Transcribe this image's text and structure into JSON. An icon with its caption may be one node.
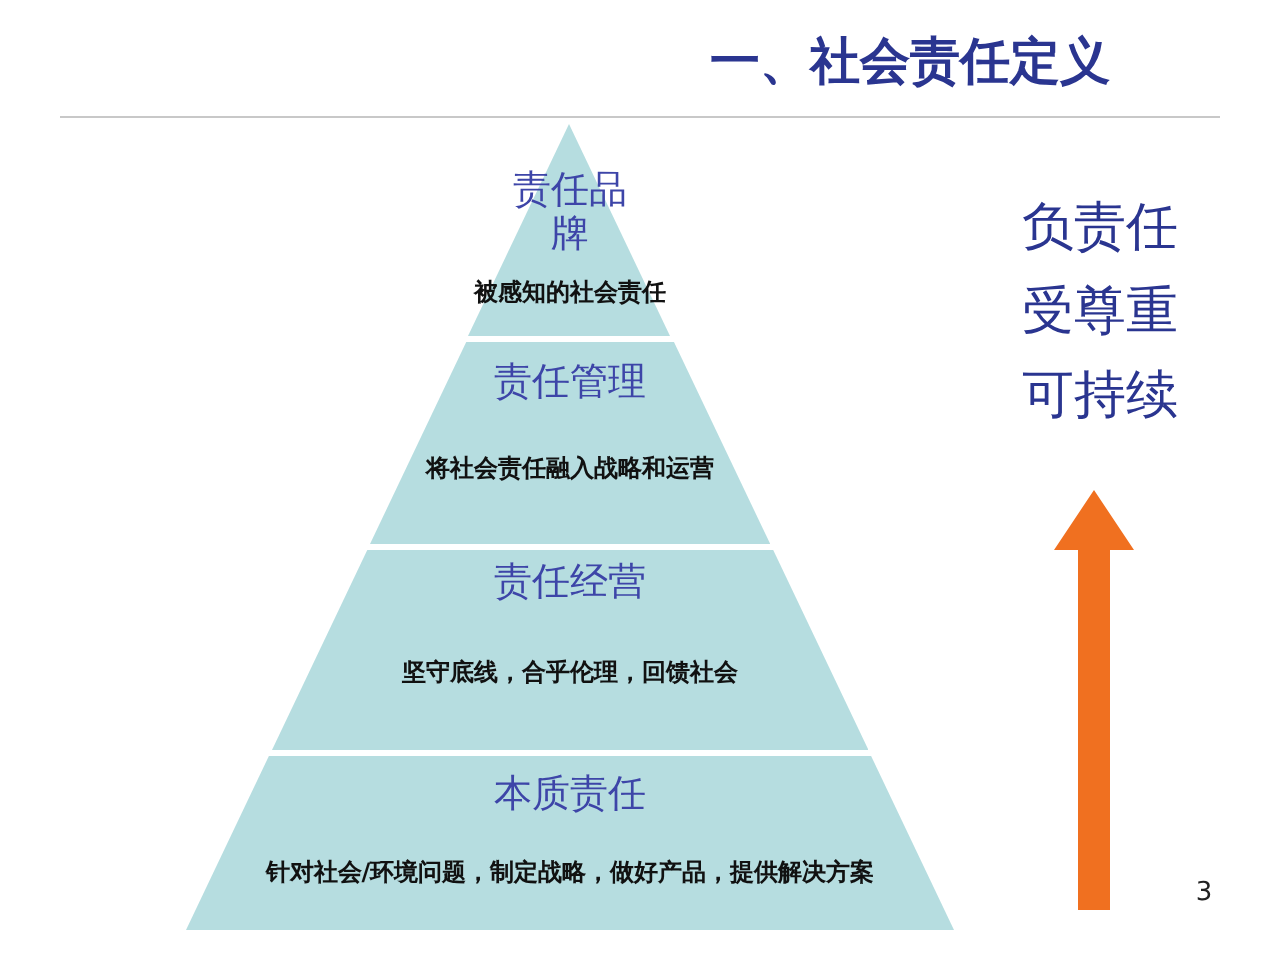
{
  "diagram": {
    "title": "一、社会责任定义",
    "nodes": [
      {
        "text": [
          "责任品牌",
          "被感知的社会责任"
        ]
      },
      {
        "text": [
          "责任管理",
          "将社会责任融入战略和运营"
        ]
      },
      {
        "text": [
          "责任经营",
          "坚守底线，合乎伦理，回馈社会"
        ]
      },
      {
        "text": [
          "本质责任",
          "针对社会/环境问题，制定战略，做好产品，提供解决方案"
        ]
      }
    ],
    "labels": [
      "负责任",
      "受尊重",
      "可持续",
      "3"
    ]
  }
}
